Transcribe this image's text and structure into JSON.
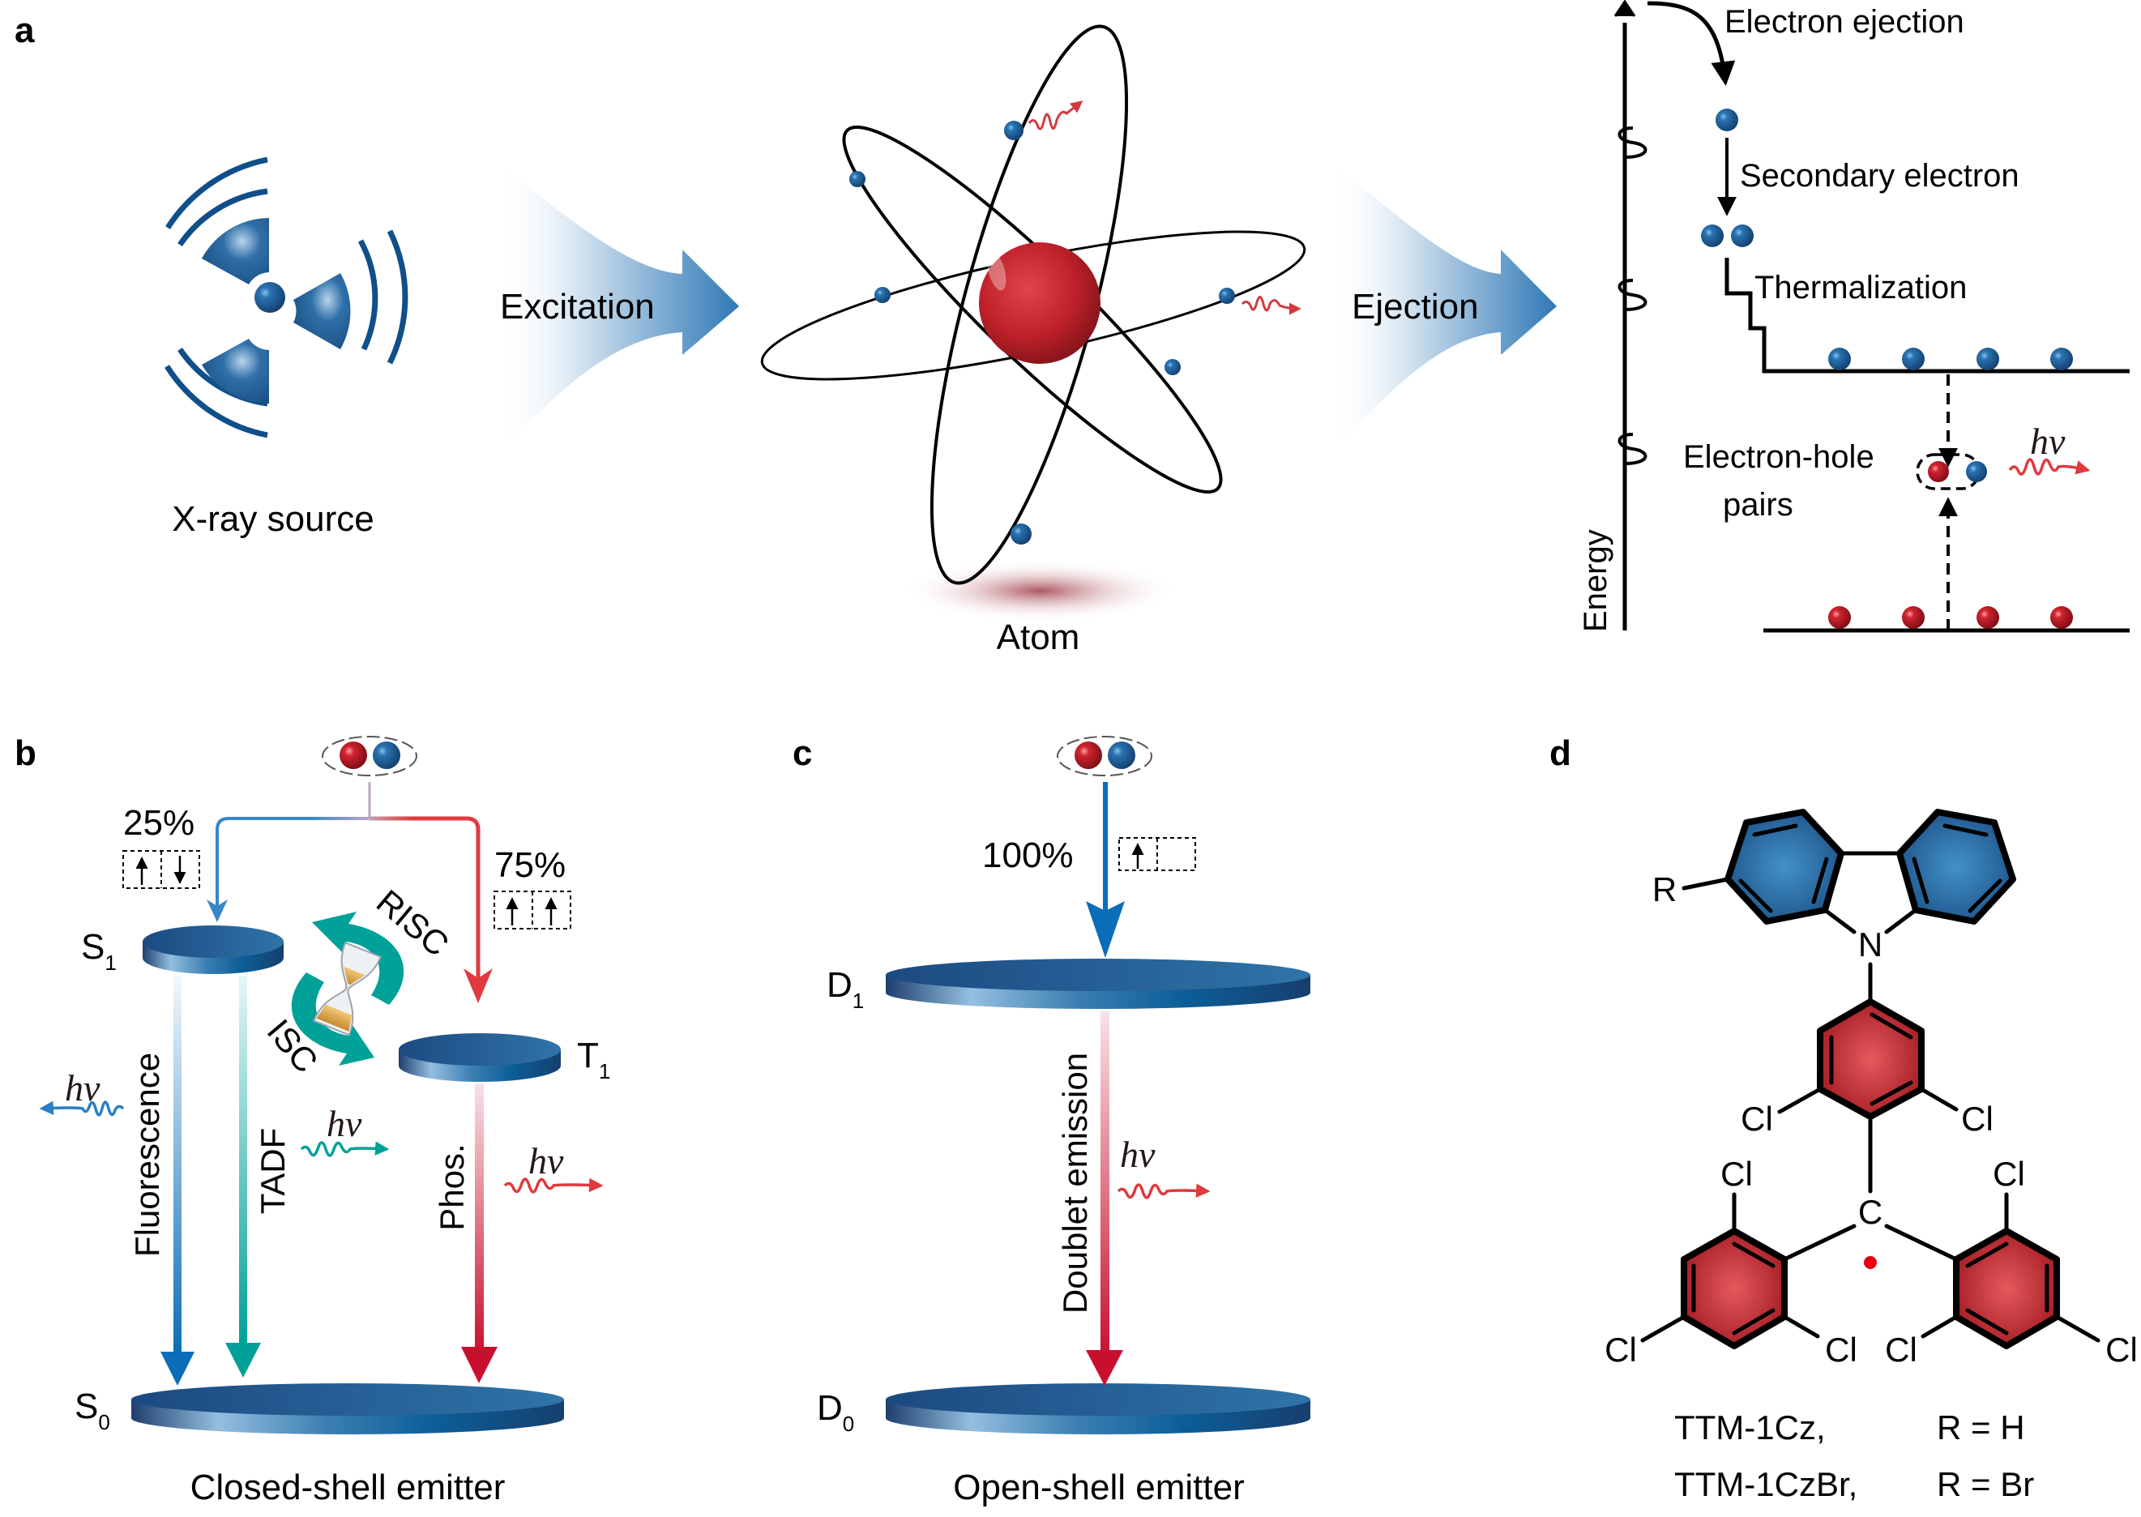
{
  "panels": {
    "a": {
      "letter": "a",
      "xray_label": "X-ray source",
      "excitation_label": "Excitation",
      "atom_label": "Atom",
      "ejection_label": "Ejection",
      "energy_axis_label": "Energy",
      "steps": {
        "electron_ejection": "Electron ejection",
        "secondary_electron": "Secondary electron",
        "thermalization": "Thermalization",
        "electron_hole_line1": "Electron-hole",
        "electron_hole_line2": "pairs"
      },
      "photon_label": "hν"
    },
    "b": {
      "letter": "b",
      "singlet_fraction": "25%",
      "triplet_fraction": "75%",
      "s1_label": "S",
      "s1_sub": "1",
      "t1_label": "T",
      "t1_sub": "1",
      "s0_label": "S",
      "s0_sub": "0",
      "risc_label": "RISC",
      "isc_label": "ISC",
      "fluorescence_label": "Fluorescence",
      "tadf_label": "TADF",
      "phos_label": "Phos.",
      "photon_label": "hν",
      "caption": "Closed-shell emitter"
    },
    "c": {
      "letter": "c",
      "doublet_fraction": "100%",
      "d1_label": "D",
      "d1_sub": "1",
      "d0_label": "D",
      "d0_sub": "0",
      "doublet_emission_label": "Doublet emission",
      "photon_label": "hν",
      "caption": "Open-shell emitter"
    },
    "d": {
      "letter": "d",
      "r_label": "R",
      "n_label": "N",
      "c_label": "C",
      "cl_label": "Cl",
      "compounds": [
        {
          "name": "TTM-1Cz,",
          "substituent": "R = H"
        },
        {
          "name": "TTM-1CzBr,",
          "substituent": "R = Br"
        }
      ]
    }
  },
  "colors": {
    "electron_blue": "#1f5f9a",
    "hole_red": "#c0192a",
    "fluorescence_blue": "#0a6db8",
    "tadf_teal": "#00a199",
    "phos_red": "#c8102e",
    "level_disc": "#1e5289",
    "photon_red": "#e0393e",
    "carbazole_blue": "#2a66a3",
    "phenyl_red": "#c0222b"
  }
}
